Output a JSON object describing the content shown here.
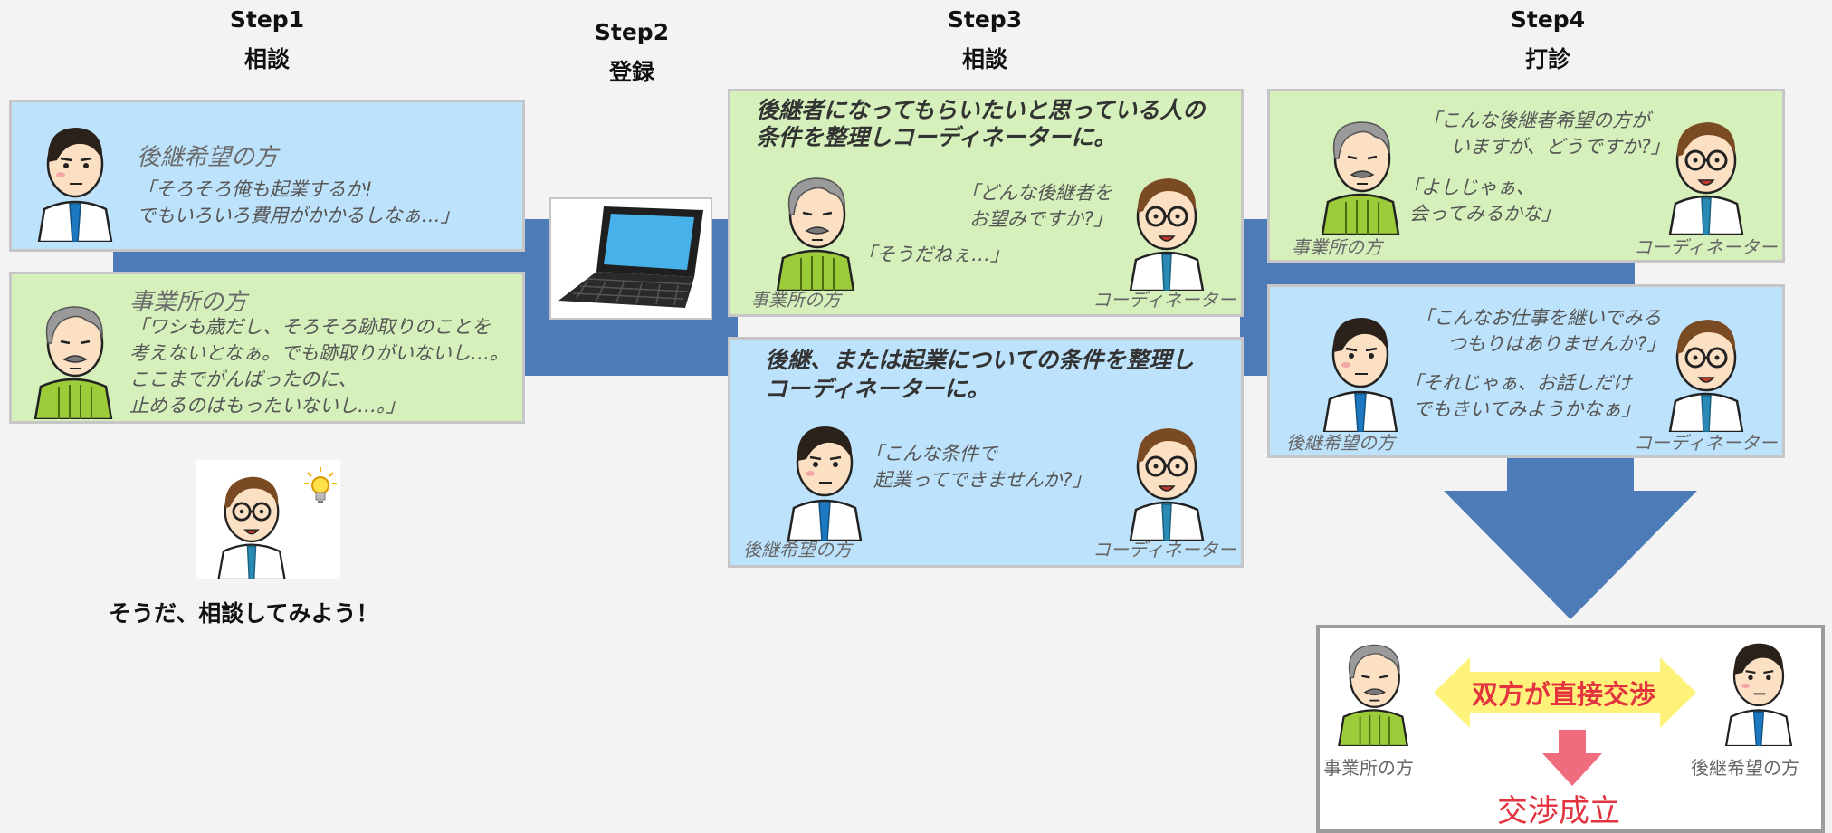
{
  "steps": [
    {
      "label": "Step1",
      "title": "相談"
    },
    {
      "label": "Step2",
      "title": "登録"
    },
    {
      "label": "Step3",
      "title": "相談"
    },
    {
      "label": "Step4",
      "title": "打診"
    }
  ],
  "step1": {
    "successor_panel": {
      "who": "後継希望の方",
      "quote1": "「そろそろ俺も起業するか!",
      "quote2": "でもいろいろ費用がかかるしなぁ…」"
    },
    "office_panel": {
      "who": "事業所の方",
      "quote1": "「ワシも歳だし、そろそろ跡取りのことを",
      "quote2": "考えないとなぁ。でも跡取りがいないし…。",
      "quote3": "ここまでがんばったのに、",
      "quote4": "止めるのはもったいないし…。」"
    },
    "footer": "そうだ、相談してみよう！"
  },
  "step3": {
    "office_panel": {
      "title1": "後継者になってもらいたいと思っている人の",
      "title2": "条件を整理しコーディネーターに。",
      "coord_quote1": "「どんな後継者を",
      "coord_quote2": "お望みですか?」",
      "office_quote": "「そうだねぇ…」",
      "left_caption": "事業所の方",
      "right_caption": "コーディネーター"
    },
    "successor_panel": {
      "title1": "後継、または起業についての条件を整理し",
      "title2": "コーディネーターに。",
      "quote1": "「こんな条件で",
      "quote2": "起業ってできませんか?」",
      "left_caption": "後継希望の方",
      "right_caption": "コーディネーター"
    }
  },
  "step4": {
    "office_panel": {
      "coord_quote1": "「こんな後継者希望の方が",
      "coord_quote2": "いますが、どうですか?」",
      "office_quote1": "「よしじゃぁ、",
      "office_quote2": "会ってみるかな」",
      "left_caption": "事業所の方",
      "right_caption": "コーディネーター"
    },
    "successor_panel": {
      "coord_quote1": "「こんなお仕事を継いでみる",
      "coord_quote2": "つもりはありませんか?」",
      "succ_quote1": "「それじゃぁ、お話しだけ",
      "succ_quote2": "でもきいてみようかなぁ」",
      "left_caption": "後継希望の方",
      "right_caption": "コーディネーター"
    },
    "result": {
      "negotiation": "双方が直接交渉",
      "left_caption": "事業所の方",
      "right_caption": "後継希望の方",
      "success": "交渉成立"
    }
  },
  "colors": {
    "band": "#4d7bb8",
    "blue_panel": "#bde2fb",
    "green_panel": "#d5f0bb",
    "accent_red": "#e2343f",
    "nego_yellow": "#fff27a"
  },
  "icons": [
    "successor-character-icon",
    "office-owner-character-icon",
    "coordinator-character-icon",
    "laptop-icon",
    "lightbulb-icon",
    "down-arrow-icon",
    "double-arrow-icon"
  ]
}
